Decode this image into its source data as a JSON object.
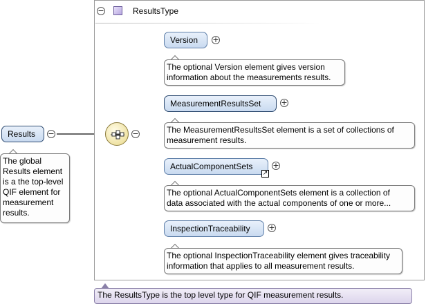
{
  "root": {
    "name": "Results",
    "annotation": "The global Results element is a the top-level QIF element for measurement results."
  },
  "type": {
    "name": "ResultsType",
    "annotation": "The ResultsType is the top level type for QIF measurement results."
  },
  "children": [
    {
      "name": "Version",
      "annotation_lines": [
        "The optional Version element gives version",
        "information about the measurements results."
      ]
    },
    {
      "name": "MeasurementResultsSet",
      "annotation_lines": [
        "The MeasurementResultsSet element is a set of collections of",
        "measurement results."
      ]
    },
    {
      "name": "ActualComponentSets",
      "annotation_lines": [
        "The optional ActualComponentSets element is a collection of",
        "data associated with the actual components of one or more..."
      ]
    },
    {
      "name": "InspectionTraceability",
      "annotation_lines": [
        "The optional InspectionTraceability element gives traceability",
        "information that applies to all measurement results."
      ]
    }
  ],
  "colors": {
    "element_fill": "#c9daf0",
    "element_border": "#5d7ea8",
    "type_annotation_fill": "#ddd5ec",
    "compositor_fill": "#e9d98a"
  }
}
